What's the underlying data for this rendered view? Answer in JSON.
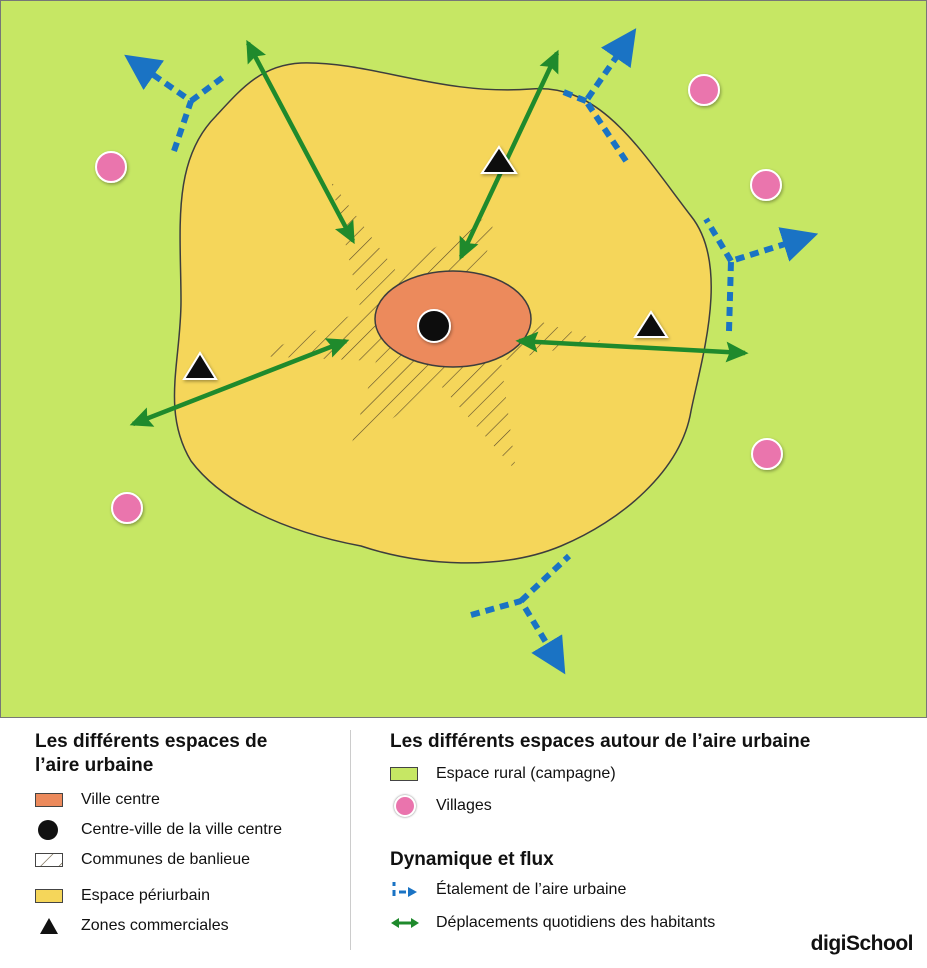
{
  "legend_left": {
    "heading": "Les différents espaces de l’aire urbaine",
    "items": [
      {
        "label": "Ville centre",
        "color": "#ec8a5c"
      },
      {
        "label": "Centre-ville de la ville centre",
        "color": "#111111"
      },
      {
        "label": "Communes de banlieue",
        "pattern": "hatched"
      },
      {
        "label": "Espace périurbain",
        "color": "#f5d65a"
      },
      {
        "label": "Zones commerciales",
        "color": "#111111"
      }
    ]
  },
  "legend_right": {
    "heading": "Les différents espaces autour de l’aire urbaine",
    "items": [
      {
        "label": "Espace rural (campagne)",
        "color": "#c6e764"
      },
      {
        "label": "Villages",
        "color": "#ea74ad"
      }
    ],
    "flux_heading": "Dynamique et flux",
    "flux_items": [
      {
        "label": "Étalement de l’aire urbaine",
        "color": "#1a73c4",
        "icon": "dashed-arrow-icon"
      },
      {
        "label": "Déplacements quotidiens des habitants",
        "color": "#1f8a2c",
        "icon": "double-arrow-icon"
      }
    ]
  },
  "brand": "digiSchool",
  "colors": {
    "rural": "#c6e764",
    "periurban": "#f5d65a",
    "city_center": "#ec8a5c",
    "village": "#ea74ad",
    "spread_arrow": "#1a73c4",
    "commute_arrow": "#1f8a2c"
  }
}
